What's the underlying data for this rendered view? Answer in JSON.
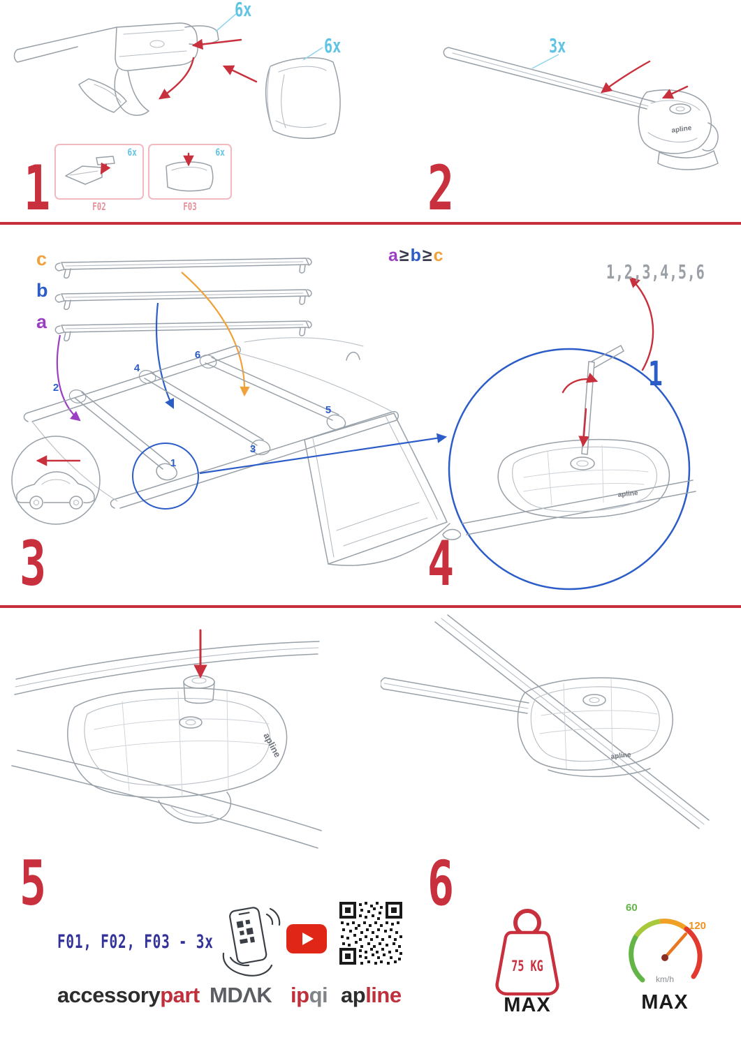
{
  "colors": {
    "accent_red": "#c9303d",
    "divider_red": "#c5303c",
    "cyan": "#5fc4e4",
    "blue": "#2b5cc8",
    "purple": "#9a3fc4",
    "orange": "#f0a13a",
    "navy": "#32329a",
    "gray_sequence": "#9aa0a6",
    "youtube_red": "#e02617",
    "gauge_green": "#62b546"
  },
  "step1": {
    "number": "1",
    "qty_cap": "6x",
    "qty_cover": "6x",
    "inset_left": {
      "label": "F02",
      "qty": "6x"
    },
    "inset_right": {
      "label": "F03",
      "qty": "6x"
    }
  },
  "step2": {
    "number": "2",
    "qty": "3x"
  },
  "step3": {
    "number": "3",
    "bar_labels": {
      "c": "c",
      "b": "b",
      "a": "a"
    },
    "formula": [
      "a",
      "≥",
      "b",
      "≥",
      "c"
    ],
    "roof_positions": [
      "1",
      "2",
      "3",
      "4",
      "5",
      "6"
    ]
  },
  "step4": {
    "number": "4",
    "sequence": "1,2,3,4,5,6",
    "highlight": "1"
  },
  "step5": {
    "number": "5"
  },
  "step6": {
    "number": "6"
  },
  "limits": {
    "weight_value": "75 KG",
    "weight_max": "MAX",
    "speed_low": "60",
    "speed_high": "120",
    "speed_unit": "km/h",
    "speed_max": "MAX"
  },
  "footer": {
    "parts_line": "F01, F02, F03 - 3x",
    "brand1_a": "accessory",
    "brand1_b": "part",
    "brand2": "MDΛK",
    "brand3_a": "ip",
    "brand3_b": "qi",
    "brand4_a": "ap",
    "brand4_b": "line"
  },
  "logo": "apline"
}
